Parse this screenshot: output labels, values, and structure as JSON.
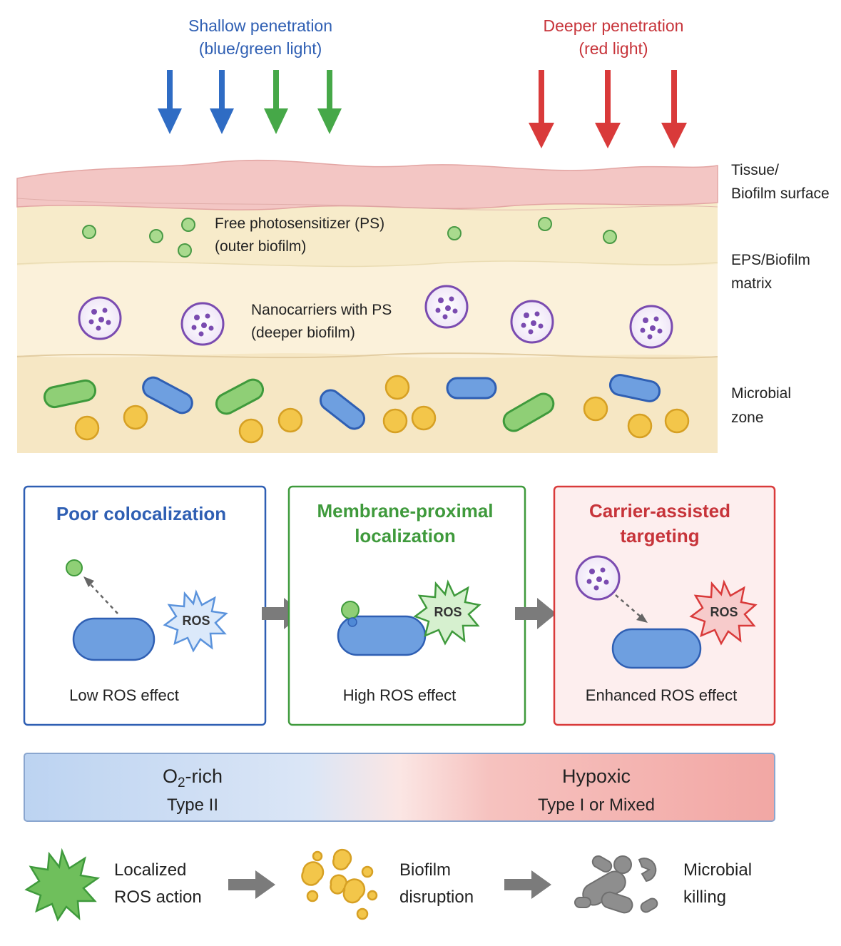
{
  "light": {
    "shallow_line1": "Shallow penetration",
    "shallow_line2": "(blue/green light)",
    "deep_line1": "Deeper penetration",
    "deep_line2": "(red light)"
  },
  "layers": {
    "tissue_line1": "Tissue/",
    "tissue_line2": "Biofilm surface",
    "eps_line1": "EPS/Biofilm",
    "eps_line2": "matrix",
    "microbial_line1": "Microbial",
    "microbial_line2": "zone",
    "free_ps_line1": "Free photosensitizer (PS)",
    "free_ps_line2": "(outer biofilm)",
    "nano_line1": "Nanocarriers with PS",
    "nano_line2": "(deeper biofilm)"
  },
  "panels": [
    {
      "title_line1": "Poor colocalization",
      "title_line2": "",
      "ros": "ROS",
      "effect": "Low ROS  effect"
    },
    {
      "title_line1": "Membrane-proximal",
      "title_line2": "localization",
      "ros": "ROS",
      "effect": "High ROS effect"
    },
    {
      "title_line1": "Carrier-assisted",
      "title_line2": "targeting",
      "ros": "ROS",
      "effect": "Enhanced ROS effect"
    }
  ],
  "oxygen": {
    "left_main": "O",
    "left_sub": "2",
    "left_main_suffix": "-rich",
    "left_type": "Type II",
    "right_main": "Hypoxic",
    "right_type": "Type I or Mixed"
  },
  "outcome": {
    "step1_line1": "Localized",
    "step1_line2": "ROS action",
    "step2_line1": "Biofilm",
    "step2_line2": "disruption",
    "step3_line1": "Microbial",
    "step3_line2": "killing"
  },
  "colors": {
    "blue": "#3a78d0",
    "green": "#4caf50",
    "red": "#d93a3a",
    "tissue": "#f3c6c4",
    "eps": "#f7edd3",
    "cocci": "#f3c64a",
    "carrier": "#7a4bb0",
    "gray": "#808080"
  }
}
